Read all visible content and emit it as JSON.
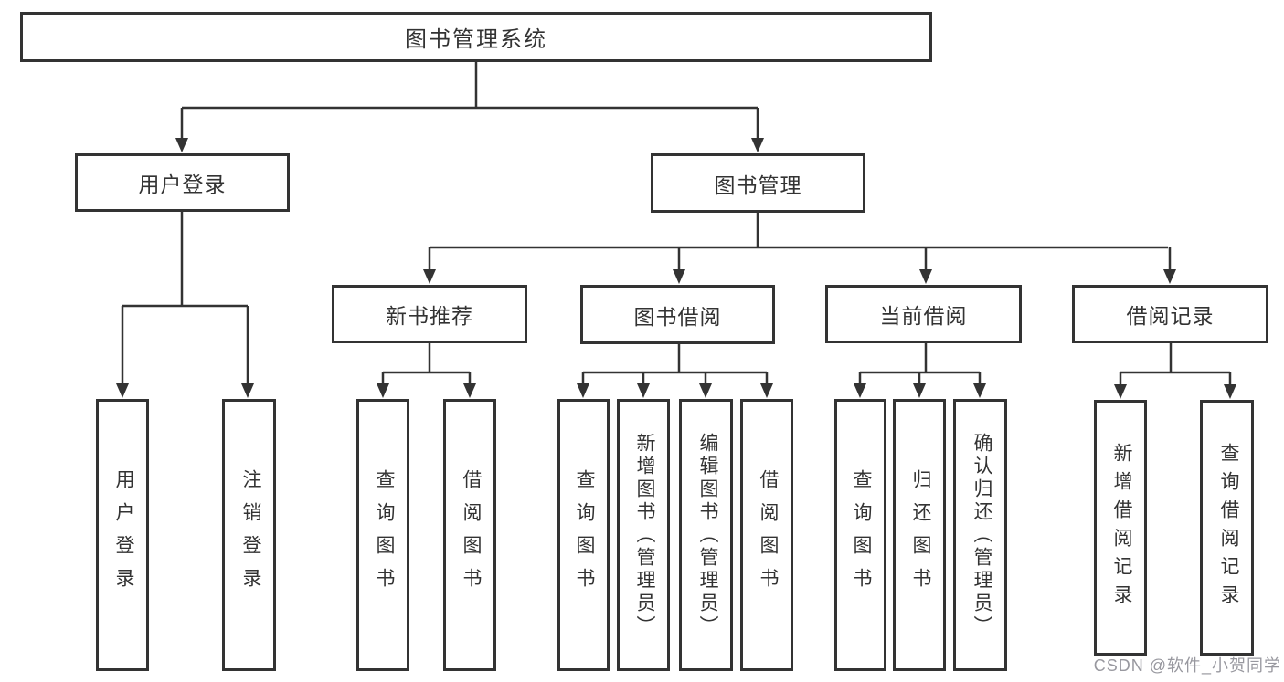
{
  "diagram_type": "functional-structure-org-chart",
  "tree": {
    "label": "图书管理系统",
    "children": [
      {
        "label": "用户登录",
        "children": [
          {
            "label": "用户登录"
          },
          {
            "label": "注销登录"
          }
        ]
      },
      {
        "label": "图书管理",
        "children": [
          {
            "label": "新书推荐",
            "children": [
              {
                "label": "查询图书"
              },
              {
                "label": "借阅图书"
              }
            ]
          },
          {
            "label": "图书借阅",
            "children": [
              {
                "label": "查询图书"
              },
              {
                "label": "新增图书（管理员）"
              },
              {
                "label": "编辑图书（管理员）"
              },
              {
                "label": "借阅图书"
              }
            ]
          },
          {
            "label": "当前借阅",
            "children": [
              {
                "label": "查询图书"
              },
              {
                "label": "归还图书"
              },
              {
                "label": "确认归还（管理员）"
              }
            ]
          },
          {
            "label": "借阅记录",
            "children": [
              {
                "label": "新增借阅记录"
              },
              {
                "label": "查询借阅记录"
              }
            ]
          }
        ]
      }
    ]
  },
  "watermark": {
    "text": "CSDN @软件_小贺同学"
  },
  "colors": {
    "line": "#333333",
    "box_border": "#333333",
    "text": "#333333",
    "background": "#ffffff",
    "watermark": "#98989f"
  }
}
